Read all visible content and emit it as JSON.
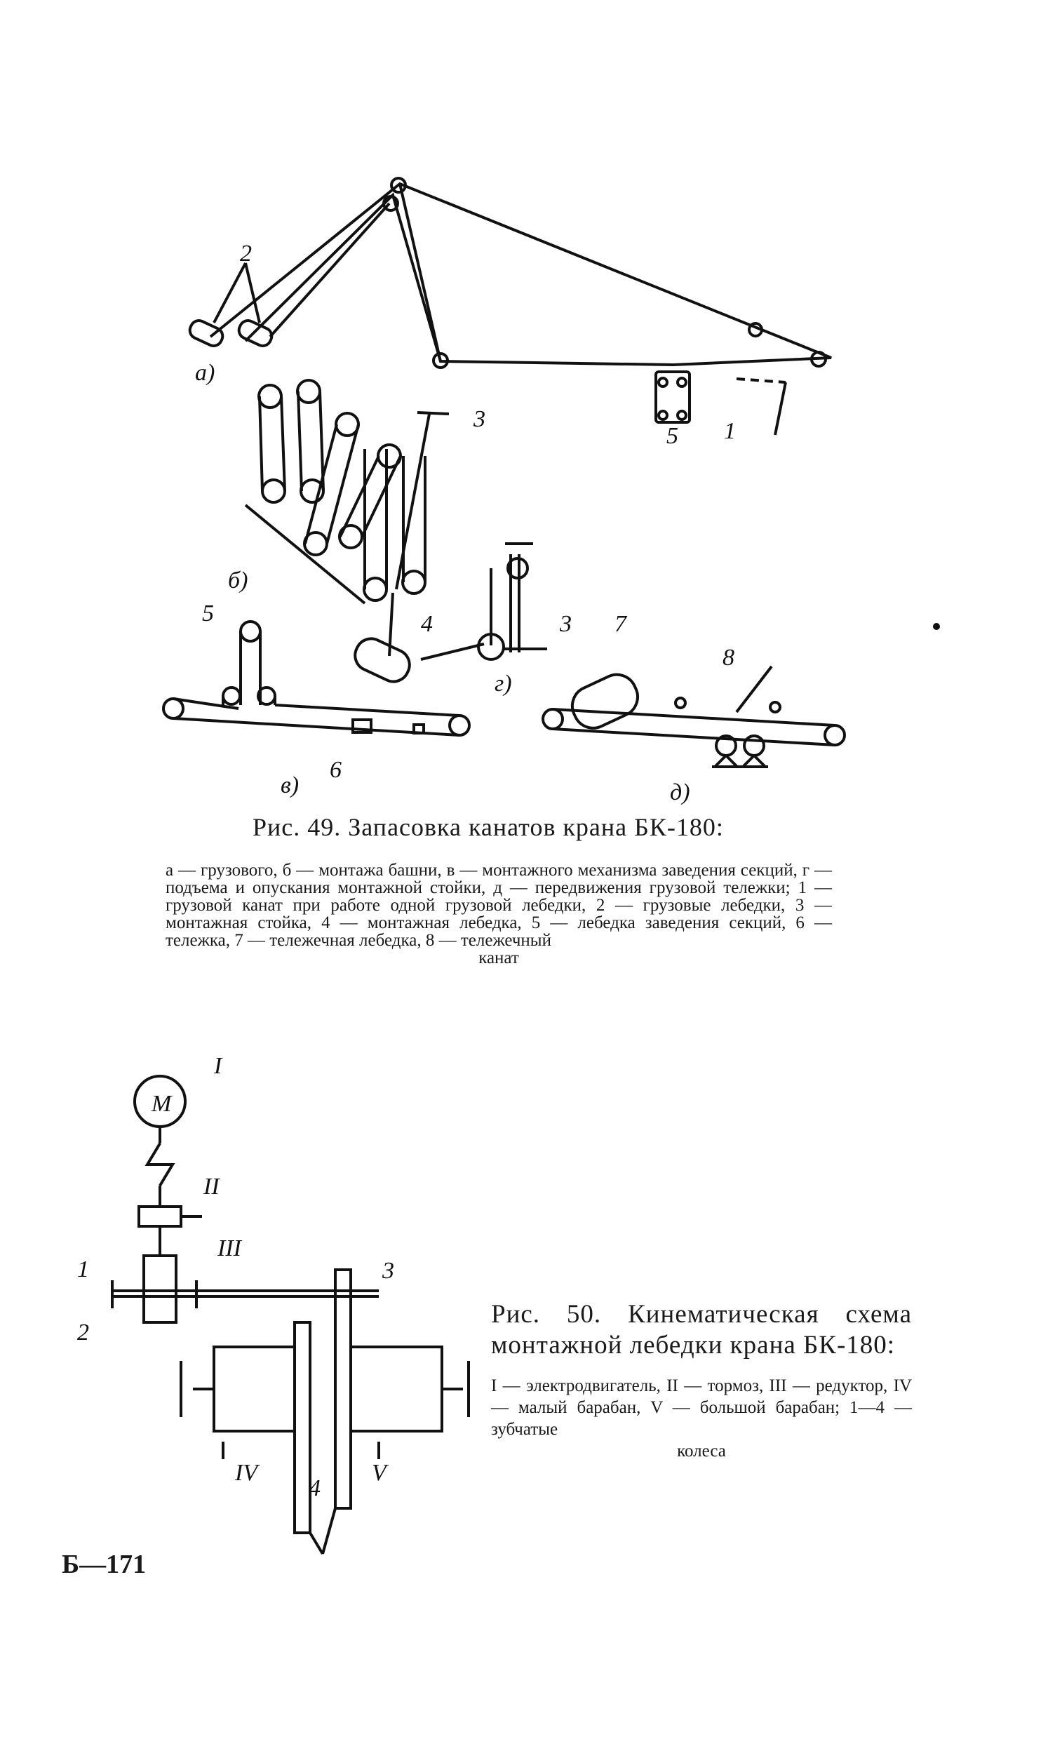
{
  "figure49": {
    "labels": {
      "panel_a": "а)",
      "panel_b": "б)",
      "panel_v": "в)",
      "panel_g": "г)",
      "panel_d": "д)",
      "n1": "1",
      "n2": "2",
      "n3a": "3",
      "n3g": "3",
      "n4": "4",
      "n5a": "5",
      "n5v": "5",
      "n6": "6",
      "n7": "7",
      "n8": "8"
    },
    "caption_title": "Рис. 49. Запасовка канатов крана БК-180:",
    "caption_body": "а — грузового, б — монтажа башни, в — монтажного механизма заведения секций, г — подъема и опускания монтажной стойки, д — передвижения грузовой тележки; 1 — грузовой канат при работе одной грузовой лебедки, 2 — грузовые лебедки, 3 — монтажная стойка, 4 — монтажная лебедка, 5 — лебедка заведения секций, 6 — тележка, 7 — тележечная лебедка, 8 — тележечный",
    "caption_last": "канат"
  },
  "figure50": {
    "labels": {
      "motor": "M",
      "rI": "I",
      "rII": "II",
      "rIII": "III",
      "rIV": "IV",
      "rV": "V",
      "g1": "1",
      "g2": "2",
      "g3": "3",
      "g4": "4"
    },
    "caption_title": "Рис. 50. Кинематическая схема монтажной лебедки крана БК-180:",
    "caption_body": "I — электродвигатель, II — тормоз, III — редуктор, IV — малый барабан, V — большой барабан; 1—4 — зубчатые",
    "caption_last": "колеса"
  },
  "page_number": "Б—171"
}
